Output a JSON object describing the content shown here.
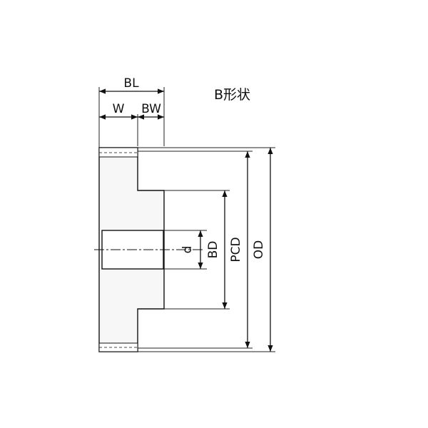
{
  "title": "B形状",
  "dimensions": {
    "bl": "BL",
    "w": "W",
    "bw": "BW",
    "d": "d",
    "bd": "BD",
    "pcd": "PCD",
    "od": "OD"
  }
}
